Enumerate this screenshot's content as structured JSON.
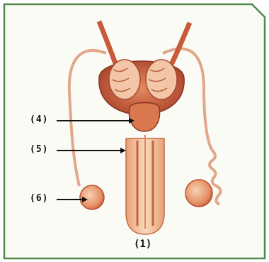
{
  "figure": {
    "labels": [
      "(4)",
      "(5)",
      "(6)"
    ],
    "caption": "(1)"
  },
  "colors": {
    "border": "#4f8a4c",
    "tissue": "#d9774f",
    "tissue_dark": "#9c3a22",
    "tissue_light": "#f4c8a6",
    "vessel": "#c85a3a"
  }
}
